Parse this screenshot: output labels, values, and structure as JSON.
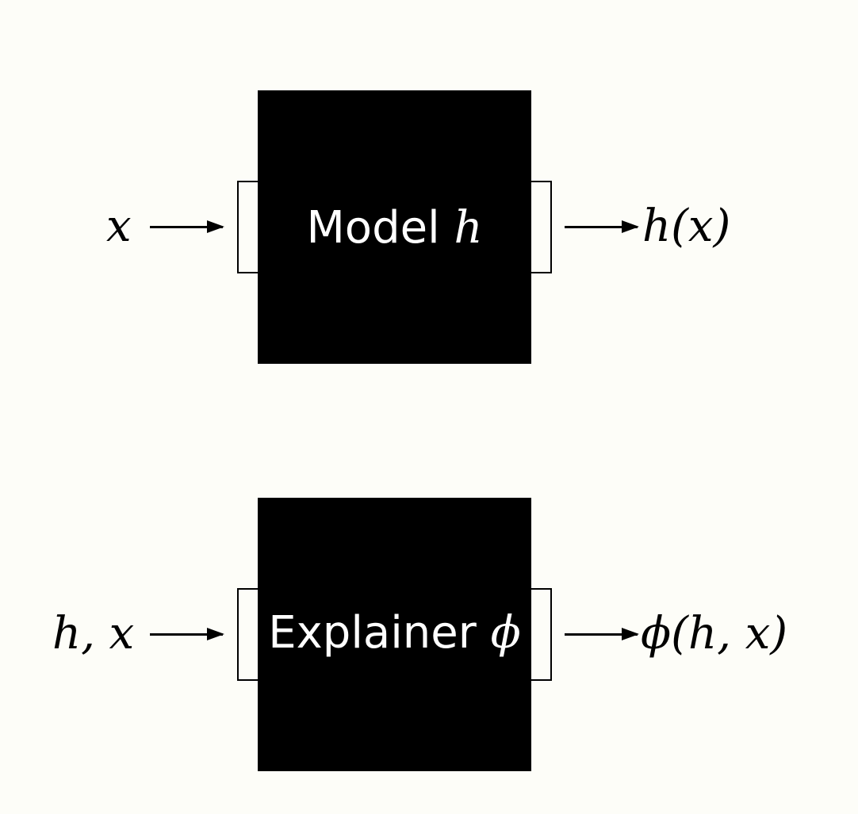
{
  "model": {
    "input": "x",
    "label_text": "Model",
    "label_symbol": "h",
    "output": "h(x)"
  },
  "explainer": {
    "input": "h, x",
    "label_text": "Explainer",
    "label_symbol": "ϕ",
    "output": "ϕ(h, x)"
  },
  "colors": {
    "box": "#000000",
    "background": "#fdfdf8",
    "box_text": "#ffffff"
  }
}
